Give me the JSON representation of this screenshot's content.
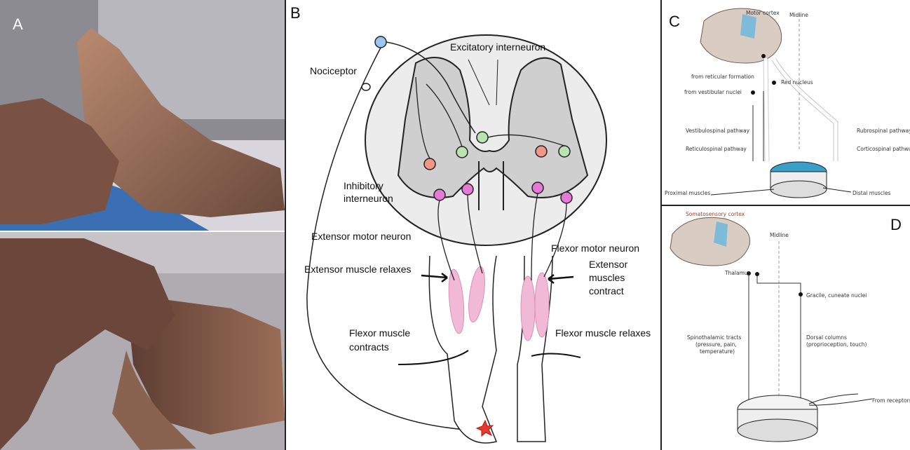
{
  "panels": {
    "a": {
      "letter": "A"
    },
    "b": {
      "letter": "B",
      "labels": {
        "excitatory": "Excitatory interneuron",
        "nociceptor": "Nociceptor",
        "inhibitory_1": "Inhibitory",
        "inhibitory_2": "interneuron",
        "extensor_motor": "Extensor motor neuron",
        "flexor_motor": "Flexor motor neuron",
        "extensor_relaxes": "Extensor muscle relaxes",
        "extensor_contract_1": "Extensor",
        "extensor_contract_2": "muscles",
        "extensor_contract_3": "contract",
        "flexor_contracts_1": "Flexor muscle",
        "flexor_contracts_2": "contracts",
        "flexor_relaxes": "Flexor muscle relaxes"
      }
    },
    "c": {
      "letter": "C",
      "labels": {
        "cortex": "Motor cortex",
        "midline": "Midline",
        "reticular": "from reticular formation",
        "red_nucleus": "Red nucleus",
        "vestibular": "from vestibular nuclei",
        "vestibulospinal": "Vestibulospinal pathway",
        "rubrospinal": "Rubrospinal pathway",
        "reticulospinal": "Reticulospinal pathway",
        "corticospinal": "Corticospinal pathway",
        "proximal": "Proximal muscles",
        "distal": "Distal muscles"
      }
    },
    "d": {
      "letter": "D",
      "labels": {
        "cortex": "Somatosensory cortex",
        "midline": "Midline",
        "thalamus": "Thalamus",
        "gracile": "Gracile, cuneate nuclei",
        "spino_1": "Spinothalamic tracts",
        "spino_2": "(pressure, pain,",
        "spino_3": "temperature)",
        "dorsal_1": "Dorsal columns",
        "dorsal_2": "(proprioception, touch)",
        "receptor": "From receptors"
      }
    }
  },
  "colors": {
    "excitatory": "#b9e3b0",
    "inhibitory": "#f2968a",
    "motor": "#e47ad6",
    "nociceptor": "#9cc6f0",
    "muscle": "#f2b9d6",
    "grey_matter": "#cfcfcf",
    "tract_blue": "#3a9fc8"
  }
}
